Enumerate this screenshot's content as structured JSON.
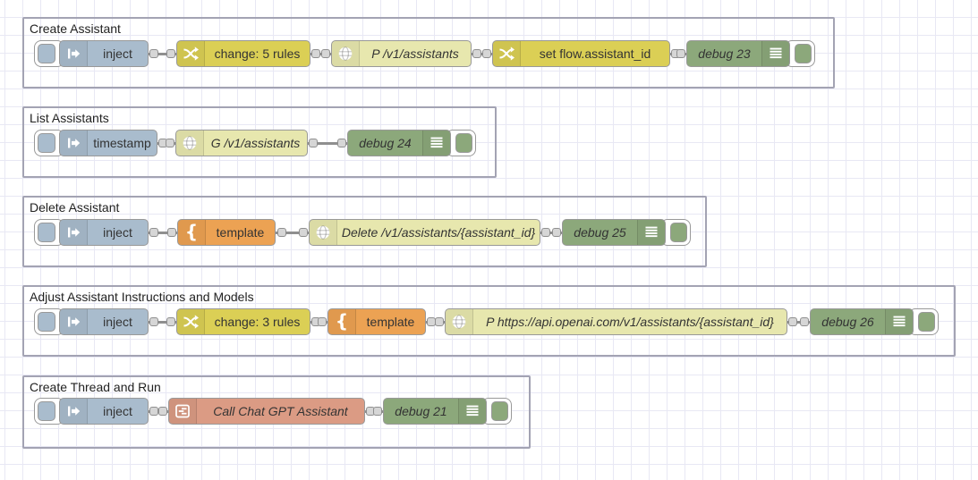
{
  "app": "node-red-flow-editor",
  "colors": {
    "inject_node": "#a9bccd",
    "change_node": "#dbcf55",
    "http_request_node": "#e7e7ae",
    "template_node": "#eca253",
    "debug_node": "#8ca87b",
    "subflow_node": "#db9b84",
    "group_border": "#a3a3b3",
    "grid_line": "#e8e8f4"
  },
  "groups": [
    {
      "title": "Create Assistant",
      "nodes": [
        {
          "type": "inject",
          "label": "inject"
        },
        {
          "type": "change",
          "label": "change: 5 rules"
        },
        {
          "type": "http-request",
          "label": "P /v1/assistants"
        },
        {
          "type": "change",
          "label": "set flow.assistant_id"
        },
        {
          "type": "debug",
          "label": "debug 23"
        }
      ]
    },
    {
      "title": "List Assistants",
      "nodes": [
        {
          "type": "inject",
          "label": "timestamp"
        },
        {
          "type": "http-request",
          "label": "G /v1/assistants"
        },
        {
          "type": "debug",
          "label": "debug 24"
        }
      ]
    },
    {
      "title": "Delete Assistant",
      "nodes": [
        {
          "type": "inject",
          "label": "inject"
        },
        {
          "type": "template",
          "label": "template"
        },
        {
          "type": "http-request",
          "label": "Delete /v1/assistants/{assistant_id}"
        },
        {
          "type": "debug",
          "label": "debug 25"
        }
      ]
    },
    {
      "title": "Adjust Assistant Instructions and Models",
      "nodes": [
        {
          "type": "inject",
          "label": "inject"
        },
        {
          "type": "change",
          "label": "change: 3 rules"
        },
        {
          "type": "template",
          "label": "template"
        },
        {
          "type": "http-request",
          "label": "P https://api.openai.com/v1/assistants/{assistant_id}"
        },
        {
          "type": "debug",
          "label": "debug 26"
        }
      ]
    },
    {
      "title": "Create Thread and Run",
      "nodes": [
        {
          "type": "inject",
          "label": "inject"
        },
        {
          "type": "subflow",
          "label": "Call Chat GPT Assistant"
        },
        {
          "type": "debug",
          "label": "debug 21"
        }
      ]
    }
  ],
  "icons": {
    "inject": "inject-arrow-icon",
    "change": "shuffle-icon",
    "http-request": "globe-icon",
    "template": "curly-brace-icon",
    "debug": "debug-sidebar-icon",
    "subflow": "subflow-icon"
  }
}
